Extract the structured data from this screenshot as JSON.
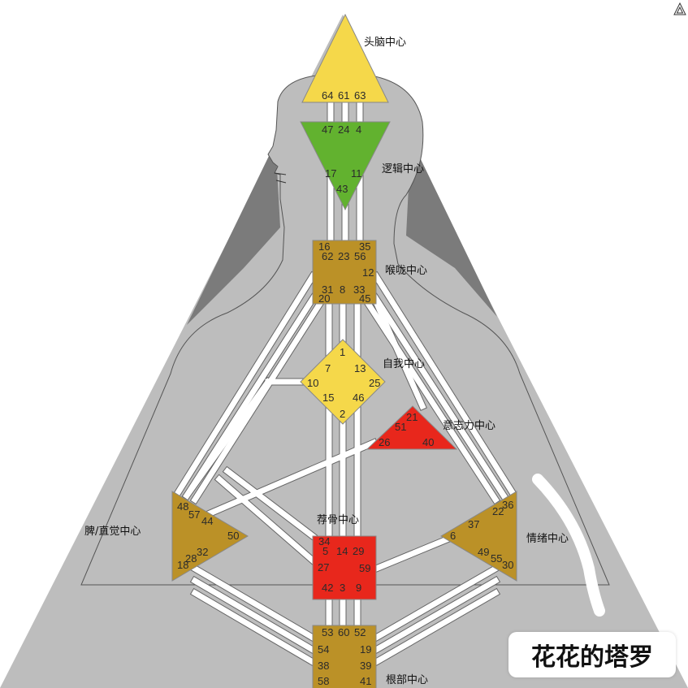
{
  "centers": {
    "head": {
      "label": "头脑中心",
      "gates": [
        "64",
        "61",
        "63"
      ],
      "color": "#f5d84a"
    },
    "ajna": {
      "label": "逻辑中心",
      "gates": [
        "47",
        "24",
        "4",
        "17",
        "11",
        "43"
      ],
      "color": "#62b22f"
    },
    "throat": {
      "label": "喉咙中心",
      "gates": [
        "16",
        "35",
        "62",
        "23",
        "56",
        "12",
        "31",
        "8",
        "33",
        "20",
        "45"
      ],
      "color": "#bb9127"
    },
    "g": {
      "label": "自我中心",
      "gates": [
        "1",
        "7",
        "13",
        "10",
        "25",
        "15",
        "46",
        "2"
      ],
      "color": "#f5d84a"
    },
    "ego": {
      "label": "意志力中心",
      "gates": [
        "21",
        "51",
        "26",
        "40"
      ],
      "color": "#e8271c"
    },
    "spleen": {
      "label": "脾/直觉中心",
      "gates": [
        "48",
        "57",
        "44",
        "50",
        "32",
        "28",
        "18"
      ],
      "color": "#bb9127"
    },
    "sacral": {
      "label": "荐骨中心",
      "gates": [
        "34",
        "5",
        "14",
        "29",
        "27",
        "59",
        "42",
        "3",
        "9"
      ],
      "color": "#e8271c"
    },
    "solar": {
      "label": "情绪中心",
      "gates": [
        "36",
        "22",
        "37",
        "6",
        "49",
        "55",
        "30"
      ],
      "color": "#bb9127"
    },
    "root": {
      "label": "根部中心",
      "gates": [
        "53",
        "60",
        "52",
        "54",
        "19",
        "38",
        "39",
        "58",
        "41"
      ],
      "color": "#bb9127"
    }
  },
  "watermark": {
    "text": "花花的塔罗"
  },
  "icons": {
    "corner": "triangle-logo-icon"
  }
}
